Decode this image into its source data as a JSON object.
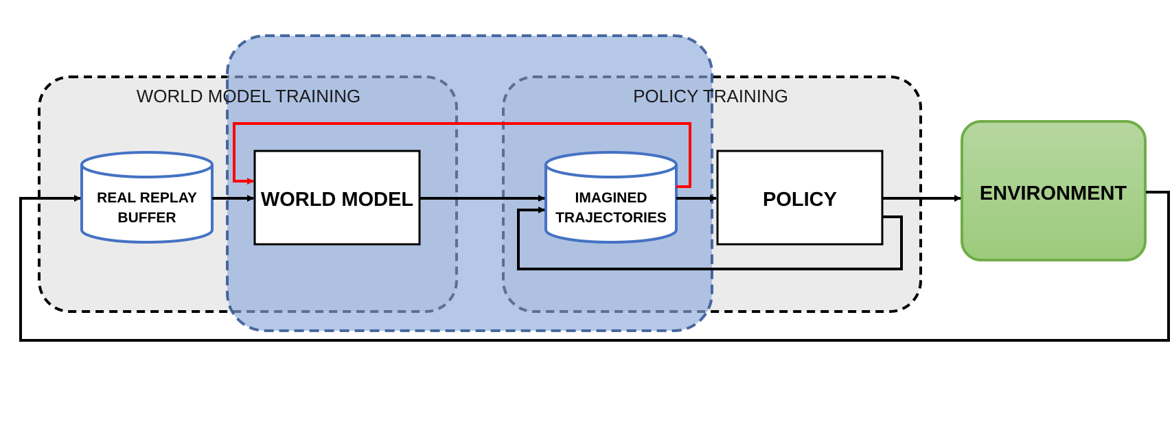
{
  "groups": {
    "world_model_training": "WORLD MODEL TRAINING",
    "policy_training": "POLICY TRAINING"
  },
  "nodes": {
    "real_replay_buffer": {
      "line1": "REAL REPLAY",
      "line2": "BUFFER"
    },
    "world_model": "WORLD MODEL",
    "imagined_trajectories": {
      "line1": "IMAGINED",
      "line2": "TRAJECTORIES"
    },
    "policy": "POLICY",
    "environment": "ENVIRONMENT"
  },
  "colors": {
    "group_fill": "#ebebeb",
    "shared_region_fill": "#b4c7e7",
    "shared_region_border": "#2f528f",
    "database_border": "#4472c4",
    "environment_fill": "#a9d18e",
    "environment_border": "#70ad47",
    "red_arrow": "#ff0000"
  }
}
